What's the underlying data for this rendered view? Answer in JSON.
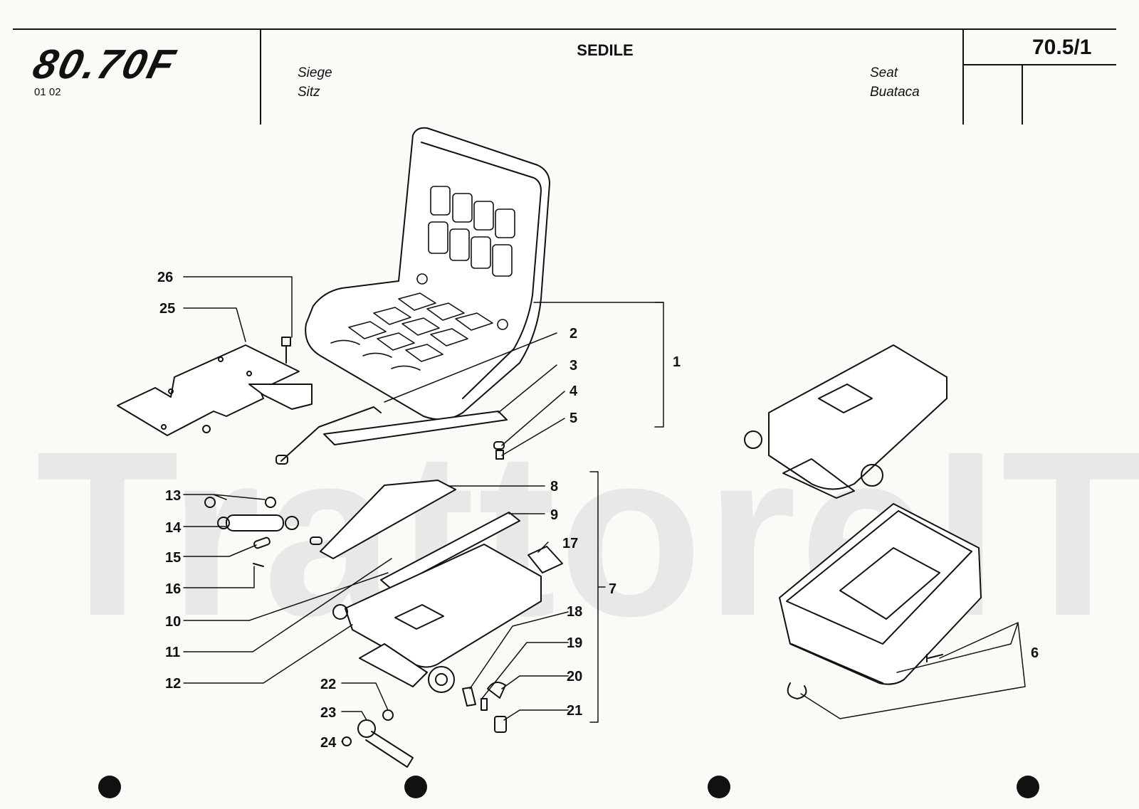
{
  "header": {
    "logo_text": "80.70F",
    "code": "01 02",
    "title": "SEDILE",
    "lang_left_1": "Siege",
    "lang_left_2": "Sitz",
    "lang_right_1": "Seat",
    "lang_right_2": "Buataca",
    "page_number": "70.5/1"
  },
  "watermark": "TrattoreIT",
  "callouts": [
    "1",
    "2",
    "3",
    "4",
    "5",
    "6",
    "7",
    "8",
    "9",
    "10",
    "11",
    "12",
    "13",
    "14",
    "15",
    "16",
    "17",
    "18",
    "19",
    "20",
    "21",
    "22",
    "23",
    "24",
    "25",
    "26"
  ]
}
